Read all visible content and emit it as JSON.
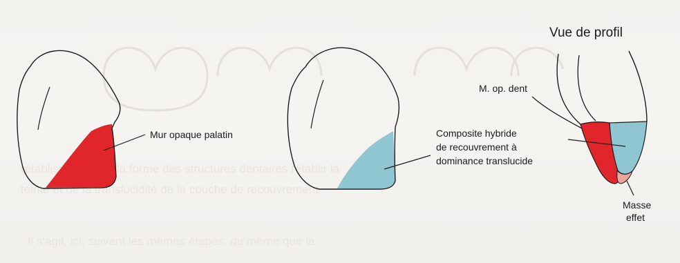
{
  "labels": {
    "view_title": "Vue de profil",
    "fig1_callout": "Mur opaque palatin",
    "fig2_callout_line1": "Composite hybride",
    "fig2_callout_line2": "de recouvrement à",
    "fig2_callout_line3": "dominance translucide",
    "fig3_callout_dent": "M. op. dent",
    "fig3_callout_masse_line1": "Masse",
    "fig3_callout_masse_line2": "effet"
  },
  "colors": {
    "opaque_red": "#e1262b",
    "translucent_blue": "#8fc6d2",
    "effect_pink": "#eaa79c",
    "outline": "#1b1b1b",
    "background": "#f4f2ef"
  }
}
